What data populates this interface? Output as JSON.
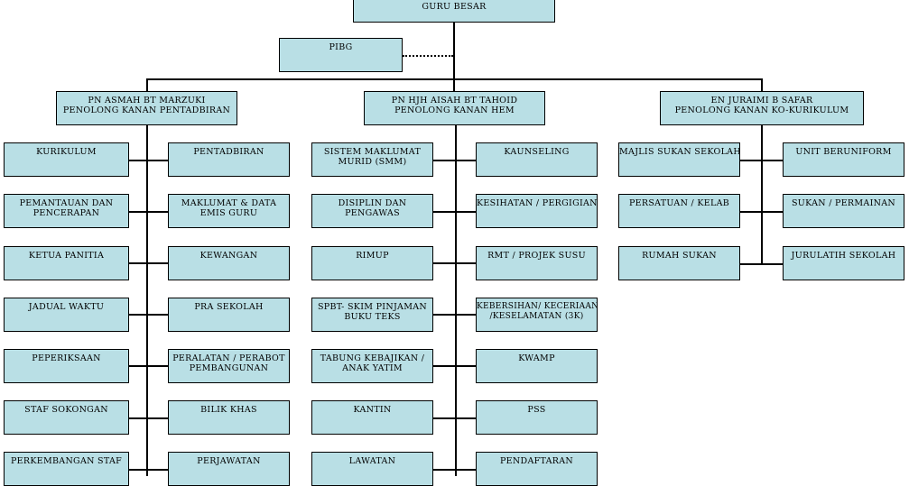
{
  "top": {
    "line1": "",
    "line2": "GURU BESAR"
  },
  "pibg": "PIBG",
  "deputies": [
    {
      "name": "PN ASMAH BT MARZUKI",
      "title": "PENOLONG KANAN PENTADBIRAN"
    },
    {
      "name": "PN HJH AISAH BT TAHOID",
      "title": "PENOLONG KANAN HEM"
    },
    {
      "name": "EN JURAIMI B SAFAR",
      "title": "PENOLONG KANAN KO-KURIKULUM"
    }
  ],
  "units": {
    "pentadbiran_left": [
      [
        "KURIKULUM"
      ],
      [
        "PEMANTAUAN DAN",
        "PENCERAPAN"
      ],
      [
        "KETUA PANITIA"
      ],
      [
        "JADUAL WAKTU"
      ],
      [
        "PEPERIKSAAN"
      ],
      [
        "STAF SOKONGAN"
      ],
      [
        "PERKEMBANGAN STAF"
      ]
    ],
    "pentadbiran_right": [
      [
        "PENTADBIRAN"
      ],
      [
        "MAKLUMAT & DATA",
        "EMIS GURU"
      ],
      [
        "KEWANGAN"
      ],
      [
        "PRA SEKOLAH"
      ],
      [
        "PERALATAN / PERABOT",
        "PEMBANGUNAN"
      ],
      [
        "BILIK KHAS"
      ],
      [
        "PERJAWATAN"
      ]
    ],
    "hem_left": [
      [
        "SISTEM MAKLUMAT",
        "MURID (SMM)"
      ],
      [
        "DISIPLIN DAN",
        "PENGAWAS"
      ],
      [
        "RIMUP"
      ],
      [
        "SPBT- SKIM PINJAMAN",
        "BUKU TEKS"
      ],
      [
        "TABUNG KEBAJIKAN /",
        "ANAK YATIM"
      ],
      [
        "KANTIN"
      ],
      [
        "LAWATAN"
      ]
    ],
    "hem_right": [
      [
        "KAUNSELING"
      ],
      [
        "KESIHATAN / PERGIGIAN"
      ],
      [
        "RMT / PROJEK SUSU"
      ],
      [
        "KEBERSIHAN/ KECERIAAN",
        "/KESELAMATAN (3K)"
      ],
      [
        "KWAMP"
      ],
      [
        "PSS"
      ],
      [
        "PENDAFTARAN"
      ]
    ],
    "koku_left": [
      [
        "MAJLIS SUKAN SEKOLAH"
      ],
      [
        "PERSATUAN / KELAB"
      ],
      [
        "RUMAH SUKAN"
      ]
    ],
    "koku_right": [
      [
        "UNIT BERUNIFORM"
      ],
      [
        "SUKAN / PERMAINAN"
      ],
      [
        "JURULATIH SEKOLAH"
      ]
    ]
  }
}
